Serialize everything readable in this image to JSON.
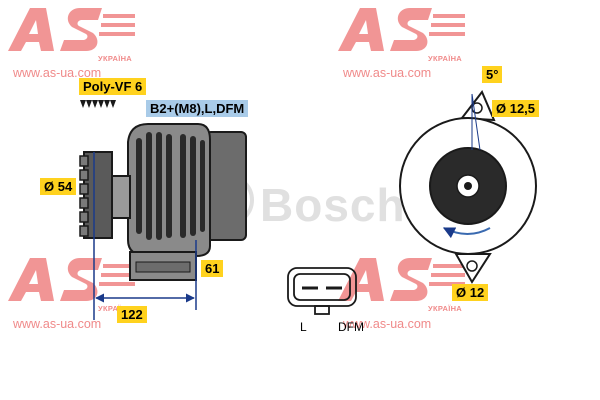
{
  "watermark": {
    "brand": "AS",
    "country": "УКРАЇНА",
    "url": "www.as-ua.com",
    "color": "#f08a8a"
  },
  "brand_logo": "Bosch",
  "belt": {
    "label": "Poly-VF 6"
  },
  "terminals": {
    "label": "B2+(M8),L,DFM"
  },
  "dimensions": {
    "pulley_diameter": "Ø 54",
    "total_length": "122",
    "rear_length": "61",
    "upper_hole": "Ø 12,5",
    "lower_hole": "Ø 12",
    "angle": "5°"
  },
  "connector": {
    "left_pin": "L",
    "right_pin": "DFM"
  },
  "colors": {
    "label_yellow": "#ffd21e",
    "label_blue": "#a9cbe8",
    "dimension_line": "#1a3a8a"
  }
}
